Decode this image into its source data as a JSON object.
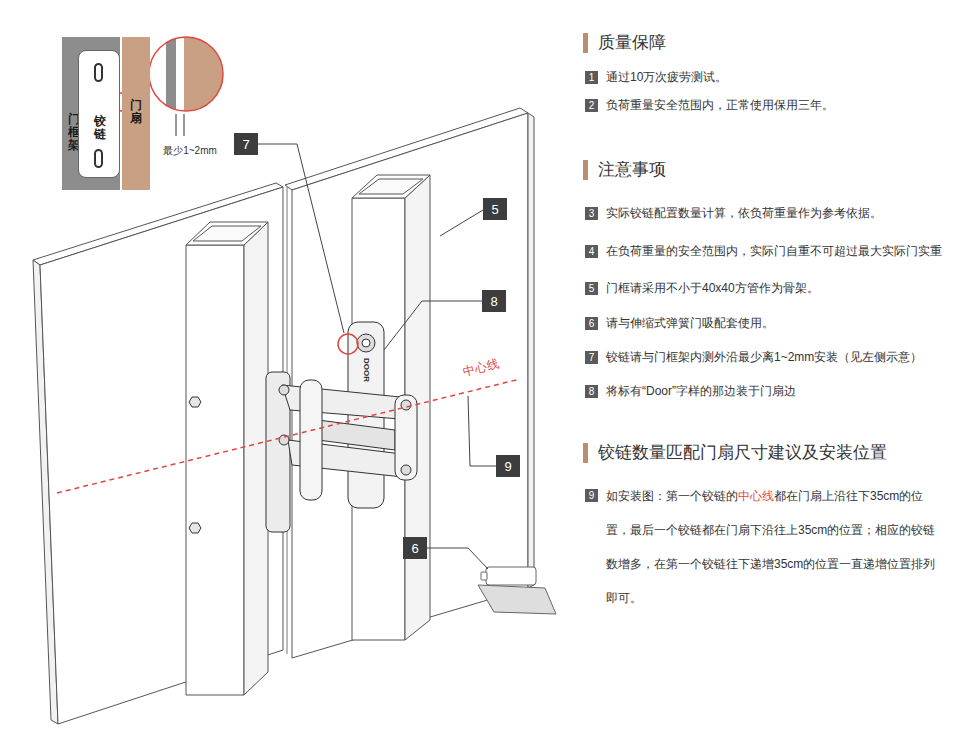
{
  "diagram": {
    "nodes": [
      {
        "text": [
          "门框架"
        ]
      },
      {
        "text": [
          "铰链"
        ],
        "in": 0
      },
      {
        "text": [
          "门扇"
        ]
      },
      {
        "text": [
          "7"
        ]
      },
      {
        "text": [
          "5"
        ]
      },
      {
        "text": [
          "8"
        ]
      },
      {
        "text": [
          "9"
        ]
      },
      {
        "text": [
          "6"
        ]
      },
      {
        "text": [
          "1",
          "通过10万次疲劳测试。"
        ]
      },
      {
        "text": [
          "2",
          "负荷重量安全范围内，正常使用保用三年。"
        ]
      },
      {
        "text": [
          "3",
          "实际铰链配置数量计算，依负荷重量作为参考依据。"
        ]
      },
      {
        "text": [
          "4",
          "在负荷重量的安全范围内，实际门自重不可超过最大实际门实重"
        ]
      },
      {
        "text": [
          "5",
          "门框请采用不小于40x40方管作为骨架。"
        ]
      },
      {
        "text": [
          "6",
          "请与伸缩式弹簧门吸配套使用。"
        ]
      },
      {
        "text": [
          "7",
          "铰链请与门框架内测外沿最少离1~2mm安装（见左侧示意）"
        ]
      },
      {
        "text": [
          "8",
          "将标有“Door”字样的那边装于门扇边"
        ]
      },
      {
        "text": [
          "9",
          "如安装图：第一个铰链的",
          "中心线",
          "都在门扇上沿往下35cm的位置，最后一个铰链都在门扇下沿往上35cm的位置；相应的铰链数增多，在第一个铰链往下递增35cm的位置一直递增位置排列即可。"
        ]
      }
    ],
    "labels": [
      "最少1~2mm",
      "DOOR",
      "中心线",
      "质量保障",
      "注意事项",
      "铰链数量匹配门扇尺寸建议及安装位置"
    ]
  }
}
